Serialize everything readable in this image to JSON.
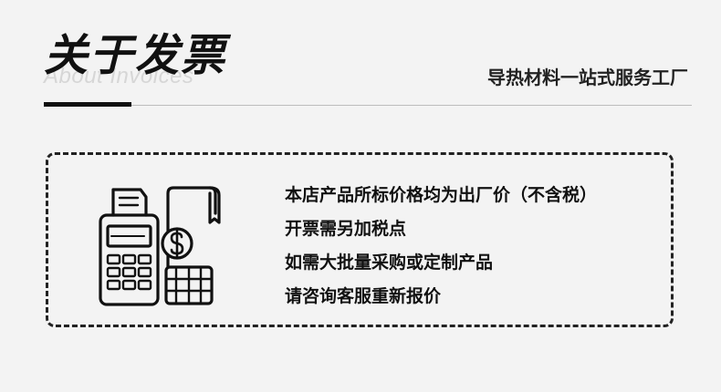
{
  "header": {
    "title": "关于发票",
    "title_en": "About Invoices",
    "tagline": "导热材料一站式服务工厂"
  },
  "notice": {
    "icons": [
      "payment-terminal-icon",
      "receipt-icon",
      "dollar-coin-icon",
      "coin-stack-icon"
    ],
    "lines": [
      "本店产品所标价格均为出厂价（不含税）",
      "开票需另加税点",
      "如需大批量采购或定制产品",
      "请咨询客服重新报价"
    ]
  },
  "colors": {
    "background": "#f3f3f3",
    "ink": "#111111",
    "ghost_text": "#d6d6d6"
  }
}
